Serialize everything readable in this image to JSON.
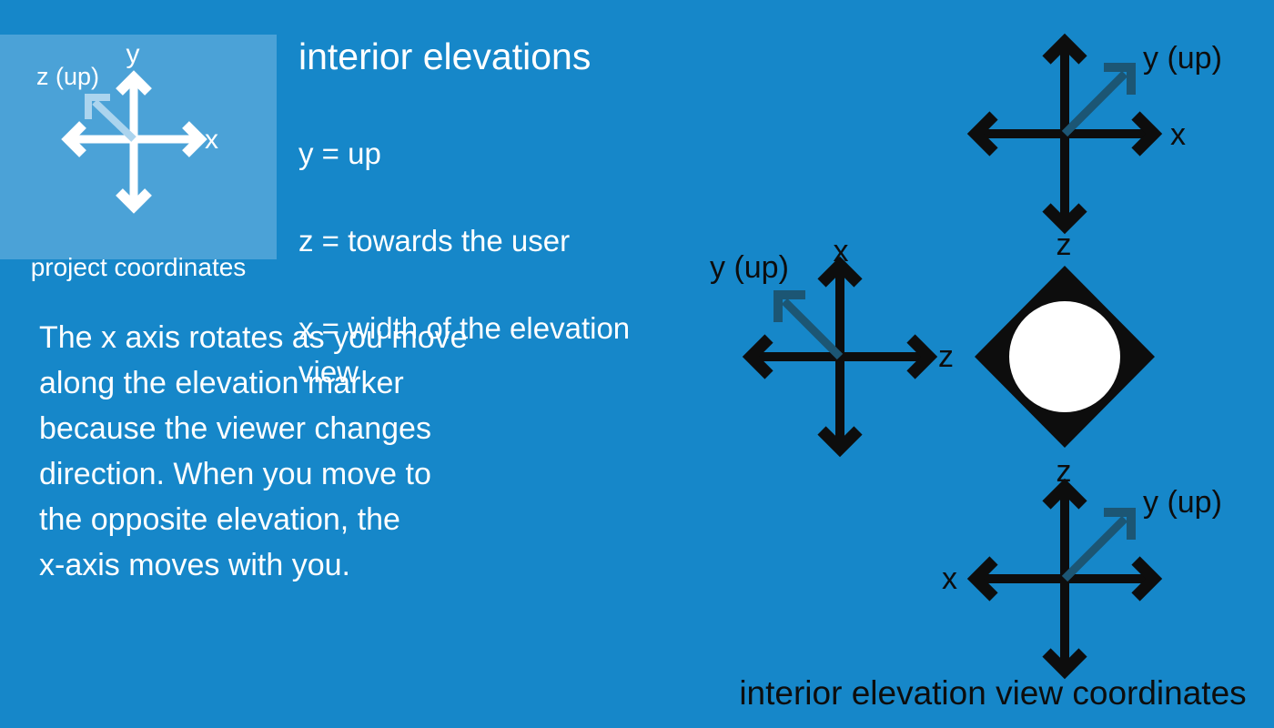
{
  "colors": {
    "background": "#1687c9",
    "panel": "#4ba2d7",
    "ink": "#0d0d0d",
    "accent_arrow": "#1c5674",
    "light_arrow": "#abd4ee",
    "text": "#ffffff"
  },
  "project_panel": {
    "caption": "project coordinates",
    "y_label": "y",
    "x_label": "x",
    "z_up_label": "z (up)"
  },
  "header": {
    "title": "interior elevations",
    "lines": [
      "y = up",
      "z = towards the user",
      "x = width of the elevation\nview"
    ]
  },
  "paragraph": "The x axis rotates as you move\nalong the elevation marker\nbecause the viewer changes\ndirection. When you move to\nthe opposite elevation, the\nx-axis moves with you.",
  "axes_top": {
    "x_label": "x",
    "z_label": "z",
    "y_up_label": "y (up)"
  },
  "axes_middle": {
    "x_label": "x",
    "z_label": "z",
    "y_up_label": "y (up)"
  },
  "axes_bottom": {
    "x_label": "x",
    "z_label": "z",
    "y_up_label": "y (up)"
  },
  "marker_caption": "interior elevation view coordinates"
}
